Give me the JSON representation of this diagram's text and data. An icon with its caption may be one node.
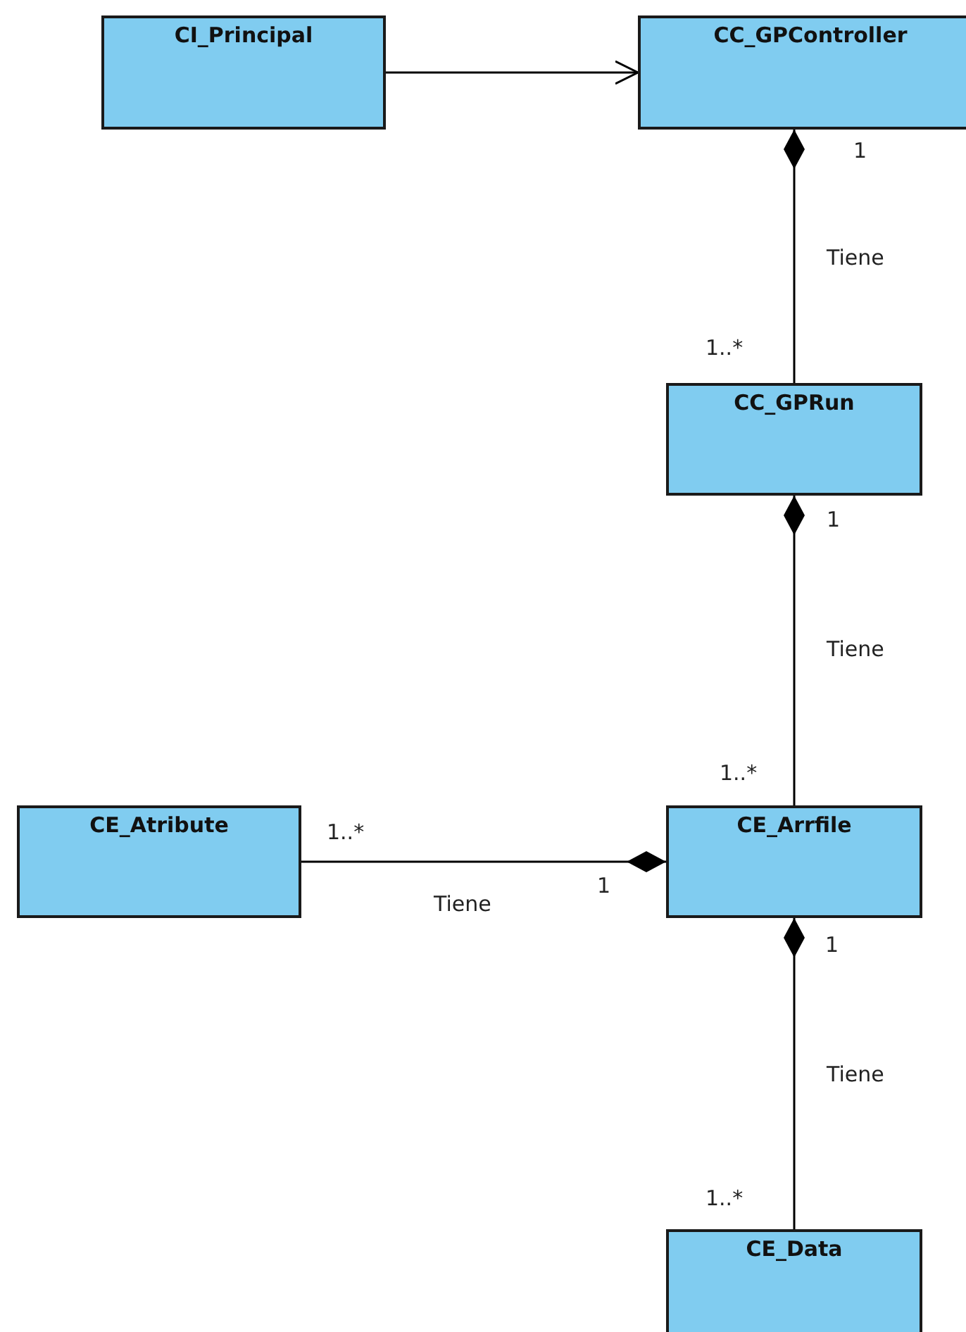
{
  "diagram": {
    "nodes": [
      {
        "text": [
          "CI_Principal"
        ]
      },
      {
        "text": [
          "CC_GPController"
        ]
      },
      {
        "text": [
          "CC_GPRun"
        ]
      },
      {
        "text": [
          "CE_Atribute"
        ]
      },
      {
        "text": [
          "CE_Arrfile"
        ]
      },
      {
        "text": [
          "CE_Data"
        ]
      }
    ],
    "edges": [
      {
        "from": 0,
        "to": 1,
        "arrow": "to"
      },
      {
        "from": 1,
        "to": 2,
        "arrow": "other",
        "label": "Tiene"
      },
      {
        "from": 2,
        "to": 4,
        "arrow": "other",
        "label": "Tiene"
      },
      {
        "from": 4,
        "to": 3,
        "arrow": "other",
        "label": "Tiene"
      },
      {
        "from": 4,
        "to": 5,
        "arrow": "other",
        "label": "Tiene"
      }
    ],
    "labels": [
      "1",
      "1..*",
      "1",
      "1..*",
      "1..*",
      "1",
      "1",
      "1..*"
    ]
  }
}
